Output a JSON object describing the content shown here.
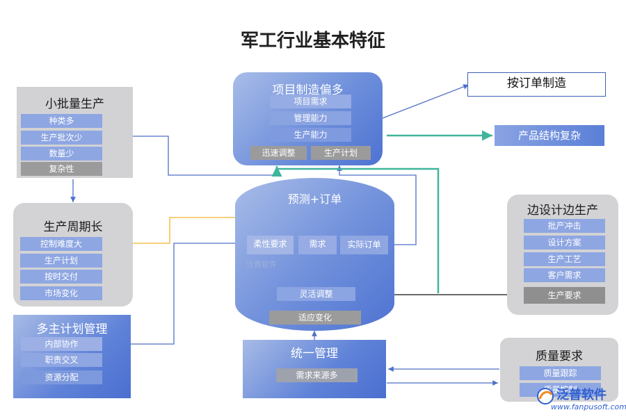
{
  "title": "军工行业基本特征",
  "small_batch": {
    "title": "小批量生产",
    "items": [
      "种类多",
      "生产批次少",
      "数量少",
      "复杂性"
    ]
  },
  "long_cycle": {
    "title": "生产周期长",
    "items": [
      "控制难度大",
      "生产计划",
      "按时交付",
      "市场变化"
    ]
  },
  "multi_plan": {
    "title": "多主计划管理",
    "items": [
      "内部协作",
      "职责交叉",
      "资源分配"
    ]
  },
  "project_mfg": {
    "title": "项目制造偏多",
    "items": [
      "项目需求",
      "管理能力",
      "生产能力"
    ],
    "bottom": [
      "迅速调整",
      "生产计划"
    ]
  },
  "order_mfg": {
    "label": "按订单制造"
  },
  "product_structure": {
    "label": "产品结构复杂"
  },
  "forecast": {
    "title": "预测+订单",
    "items": [
      "柔性要求",
      "需求",
      "实际订单"
    ],
    "flex": "灵活调整",
    "adapt": "适应变化",
    "watermark": "泛普软件"
  },
  "design_produce": {
    "title": "边设计边生产",
    "items": [
      "批产冲击",
      "设计方案",
      "生产工艺",
      "客户需求",
      "生产要求"
    ]
  },
  "unified": {
    "title": "统一管理",
    "item": "需求来源多"
  },
  "quality": {
    "title": "质量要求",
    "items": [
      "质量跟踪",
      "质量控制"
    ]
  },
  "brand": {
    "name": "泛普软件",
    "url": "www.fanpusoft.com"
  },
  "colors": {
    "blue_line": "#4f6fc8",
    "teal_line": "#3fb59b",
    "orange_line": "#f0b429",
    "black_line": "#111111"
  }
}
